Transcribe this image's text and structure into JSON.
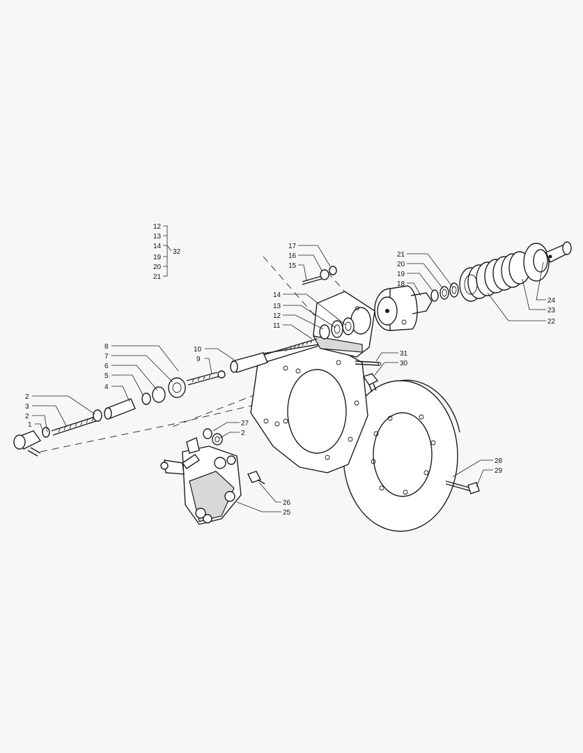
{
  "diagram": {
    "callouts": {
      "c1": "1",
      "c2a": "2",
      "c2b": "2",
      "c2c": "2",
      "c3": "3",
      "c4": "4",
      "c5": "5",
      "c6": "6",
      "c7": "7",
      "c8": "8",
      "c9": "9",
      "c10": "10",
      "c11": "11",
      "c12a": "12",
      "c12b": "12",
      "c13a": "13",
      "c13b": "13",
      "c14a": "14",
      "c14b": "14",
      "c15": "15",
      "c16": "16",
      "c17": "17",
      "c18": "18",
      "c19a": "19",
      "c19b": "19",
      "c20a": "20",
      "c20b": "20",
      "c21a": "21",
      "c21b": "21",
      "c22": "22",
      "c23": "23",
      "c24": "24",
      "c25": "25",
      "c26": "26",
      "c27": "27",
      "c28": "28",
      "c29": "29",
      "c30": "30",
      "c31": "31",
      "c32": "32"
    }
  }
}
